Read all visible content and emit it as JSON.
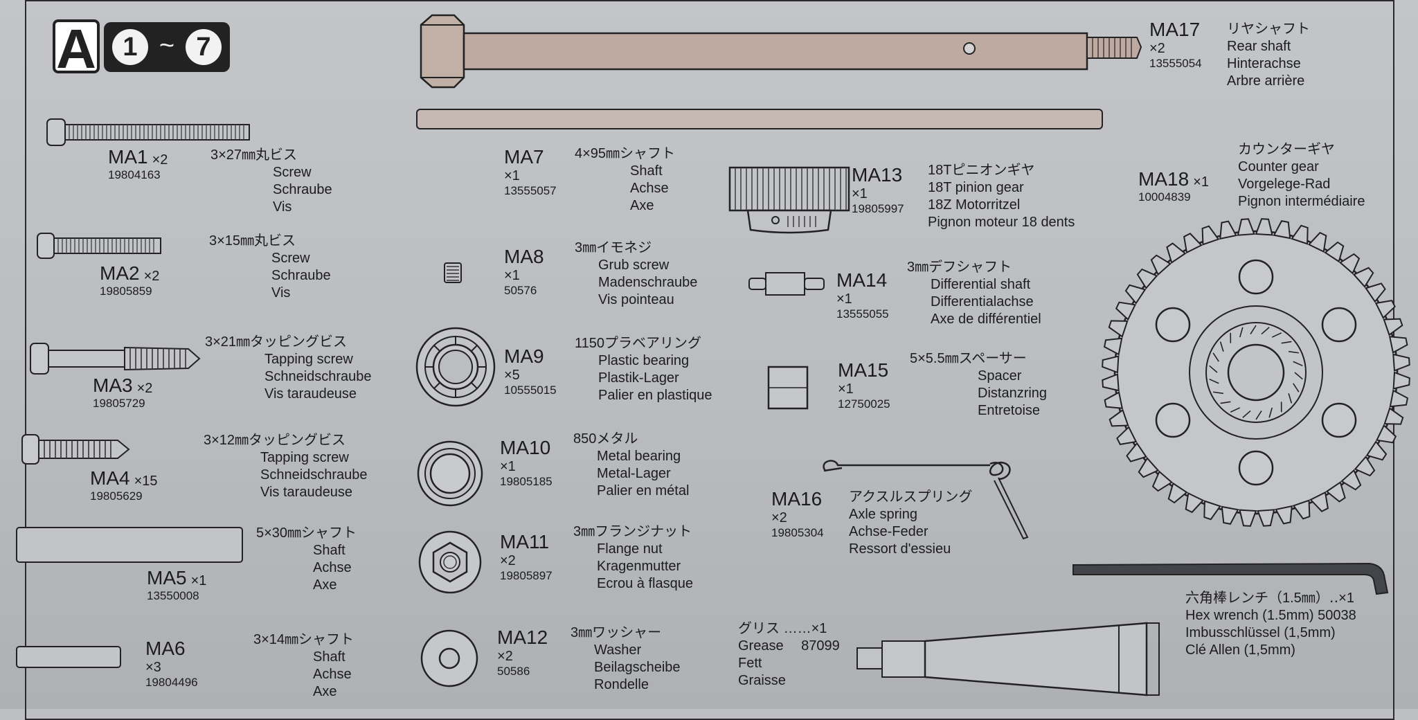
{
  "header": {
    "letter": "A",
    "range_start": "1",
    "range_sep": "~",
    "range_end": "7"
  },
  "parts": {
    "ma1": {
      "code": "MA1",
      "qty": "×2",
      "pn": "19804163",
      "desc": [
        "3×27㎜丸ビス",
        "Screw",
        "Schraube",
        "Vis"
      ]
    },
    "ma2": {
      "code": "MA2",
      "qty": "×2",
      "pn": "19805859",
      "desc": [
        "3×15㎜丸ビス",
        "Screw",
        "Schraube",
        "Vis"
      ]
    },
    "ma3": {
      "code": "MA3",
      "qty": "×2",
      "pn": "19805729",
      "desc": [
        "3×21㎜タッピングビス",
        "Tapping screw",
        "Schneidschraube",
        "Vis taraudeuse"
      ]
    },
    "ma4": {
      "code": "MA4",
      "qty": "×15",
      "pn": "19805629",
      "desc": [
        "3×12㎜タッピングビス",
        "Tapping screw",
        "Schneidschraube",
        "Vis taraudeuse"
      ]
    },
    "ma5": {
      "code": "MA5",
      "qty": "×1",
      "pn": "13550008",
      "desc": [
        "5×30㎜シャフト",
        "Shaft",
        "Achse",
        "Axe"
      ]
    },
    "ma6": {
      "code": "MA6",
      "qty": "×3",
      "pn": "19804496",
      "desc": [
        "3×14㎜シャフト",
        "Shaft",
        "Achse",
        "Axe"
      ]
    },
    "ma7": {
      "code": "MA7",
      "qty": "×1",
      "pn": "13555057",
      "desc": [
        "4×95㎜シャフト",
        "Shaft",
        "Achse",
        "Axe"
      ]
    },
    "ma8": {
      "code": "MA8",
      "qty": "×1",
      "pn": "50576",
      "desc": [
        "3㎜イモネジ",
        "Grub screw",
        "Madenschraube",
        "Vis pointeau"
      ]
    },
    "ma9": {
      "code": "MA9",
      "qty": "×5",
      "pn": "10555015",
      "desc": [
        "1150プラベアリング",
        "Plastic bearing",
        "Plastik-Lager",
        "Palier en plastique"
      ]
    },
    "ma10": {
      "code": "MA10",
      "qty": "×1",
      "pn": "19805185",
      "desc": [
        "850メタル",
        "Metal bearing",
        "Metal-Lager",
        "Palier en métal"
      ]
    },
    "ma11": {
      "code": "MA11",
      "qty": "×2",
      "pn": "19805897",
      "desc": [
        "3㎜フランジナット",
        "Flange nut",
        "Kragenmutter",
        "Ecrou à flasque"
      ]
    },
    "ma12": {
      "code": "MA12",
      "qty": "×2",
      "pn": "50586",
      "desc": [
        "3㎜ワッシャー",
        "Washer",
        "Beilagscheibe",
        "Rondelle"
      ]
    },
    "ma13": {
      "code": "MA13",
      "qty": "×1",
      "pn": "19805997",
      "desc": [
        "18Tピニオンギヤ",
        "18T pinion gear",
        "18Z Motorritzel",
        "Pignon moteur 18 dents"
      ]
    },
    "ma14": {
      "code": "MA14",
      "qty": "×1",
      "pn": "13555055",
      "desc": [
        "3㎜デフシャフト",
        "Differential shaft",
        "Differentialachse",
        "Axe de différentiel"
      ]
    },
    "ma15": {
      "code": "MA15",
      "qty": "×1",
      "pn": "12750025",
      "desc": [
        "5×5.5㎜スペーサー",
        "Spacer",
        "Distanzring",
        "Entretoise"
      ]
    },
    "ma16": {
      "code": "MA16",
      "qty": "×2",
      "pn": "19805304",
      "desc": [
        "アクスルスプリング",
        "Axle spring",
        "Achse-Feder",
        "Ressort d'essieu"
      ]
    },
    "ma17": {
      "code": "MA17",
      "qty": "×2",
      "pn": "13555054",
      "desc": [
        "リヤシャフト",
        "Rear shaft",
        "Hinterachse",
        "Arbre arrière"
      ]
    },
    "ma18": {
      "code": "MA18",
      "qty": "×1",
      "pn": "10004839",
      "desc": [
        "カウンターギヤ",
        "Counter gear",
        "Vorgelege-Rad",
        "Pignon intermédiaire"
      ]
    }
  },
  "grease": {
    "title": "グリス",
    "dots": "……",
    "qty": "×1",
    "name_en": "Grease",
    "pn": "87099",
    "name_de": "Fett",
    "name_fr": "Graisse"
  },
  "wrench": {
    "title": "六角棒レンチ（1.5㎜）",
    "dots": "‥",
    "qty": "×1",
    "name_en": "Hex wrench (1.5mm)",
    "pn": "50038",
    "name_de": "Imbusschlüssel (1,5mm)",
    "name_fr": "Clé Allen (1,5mm)"
  }
}
